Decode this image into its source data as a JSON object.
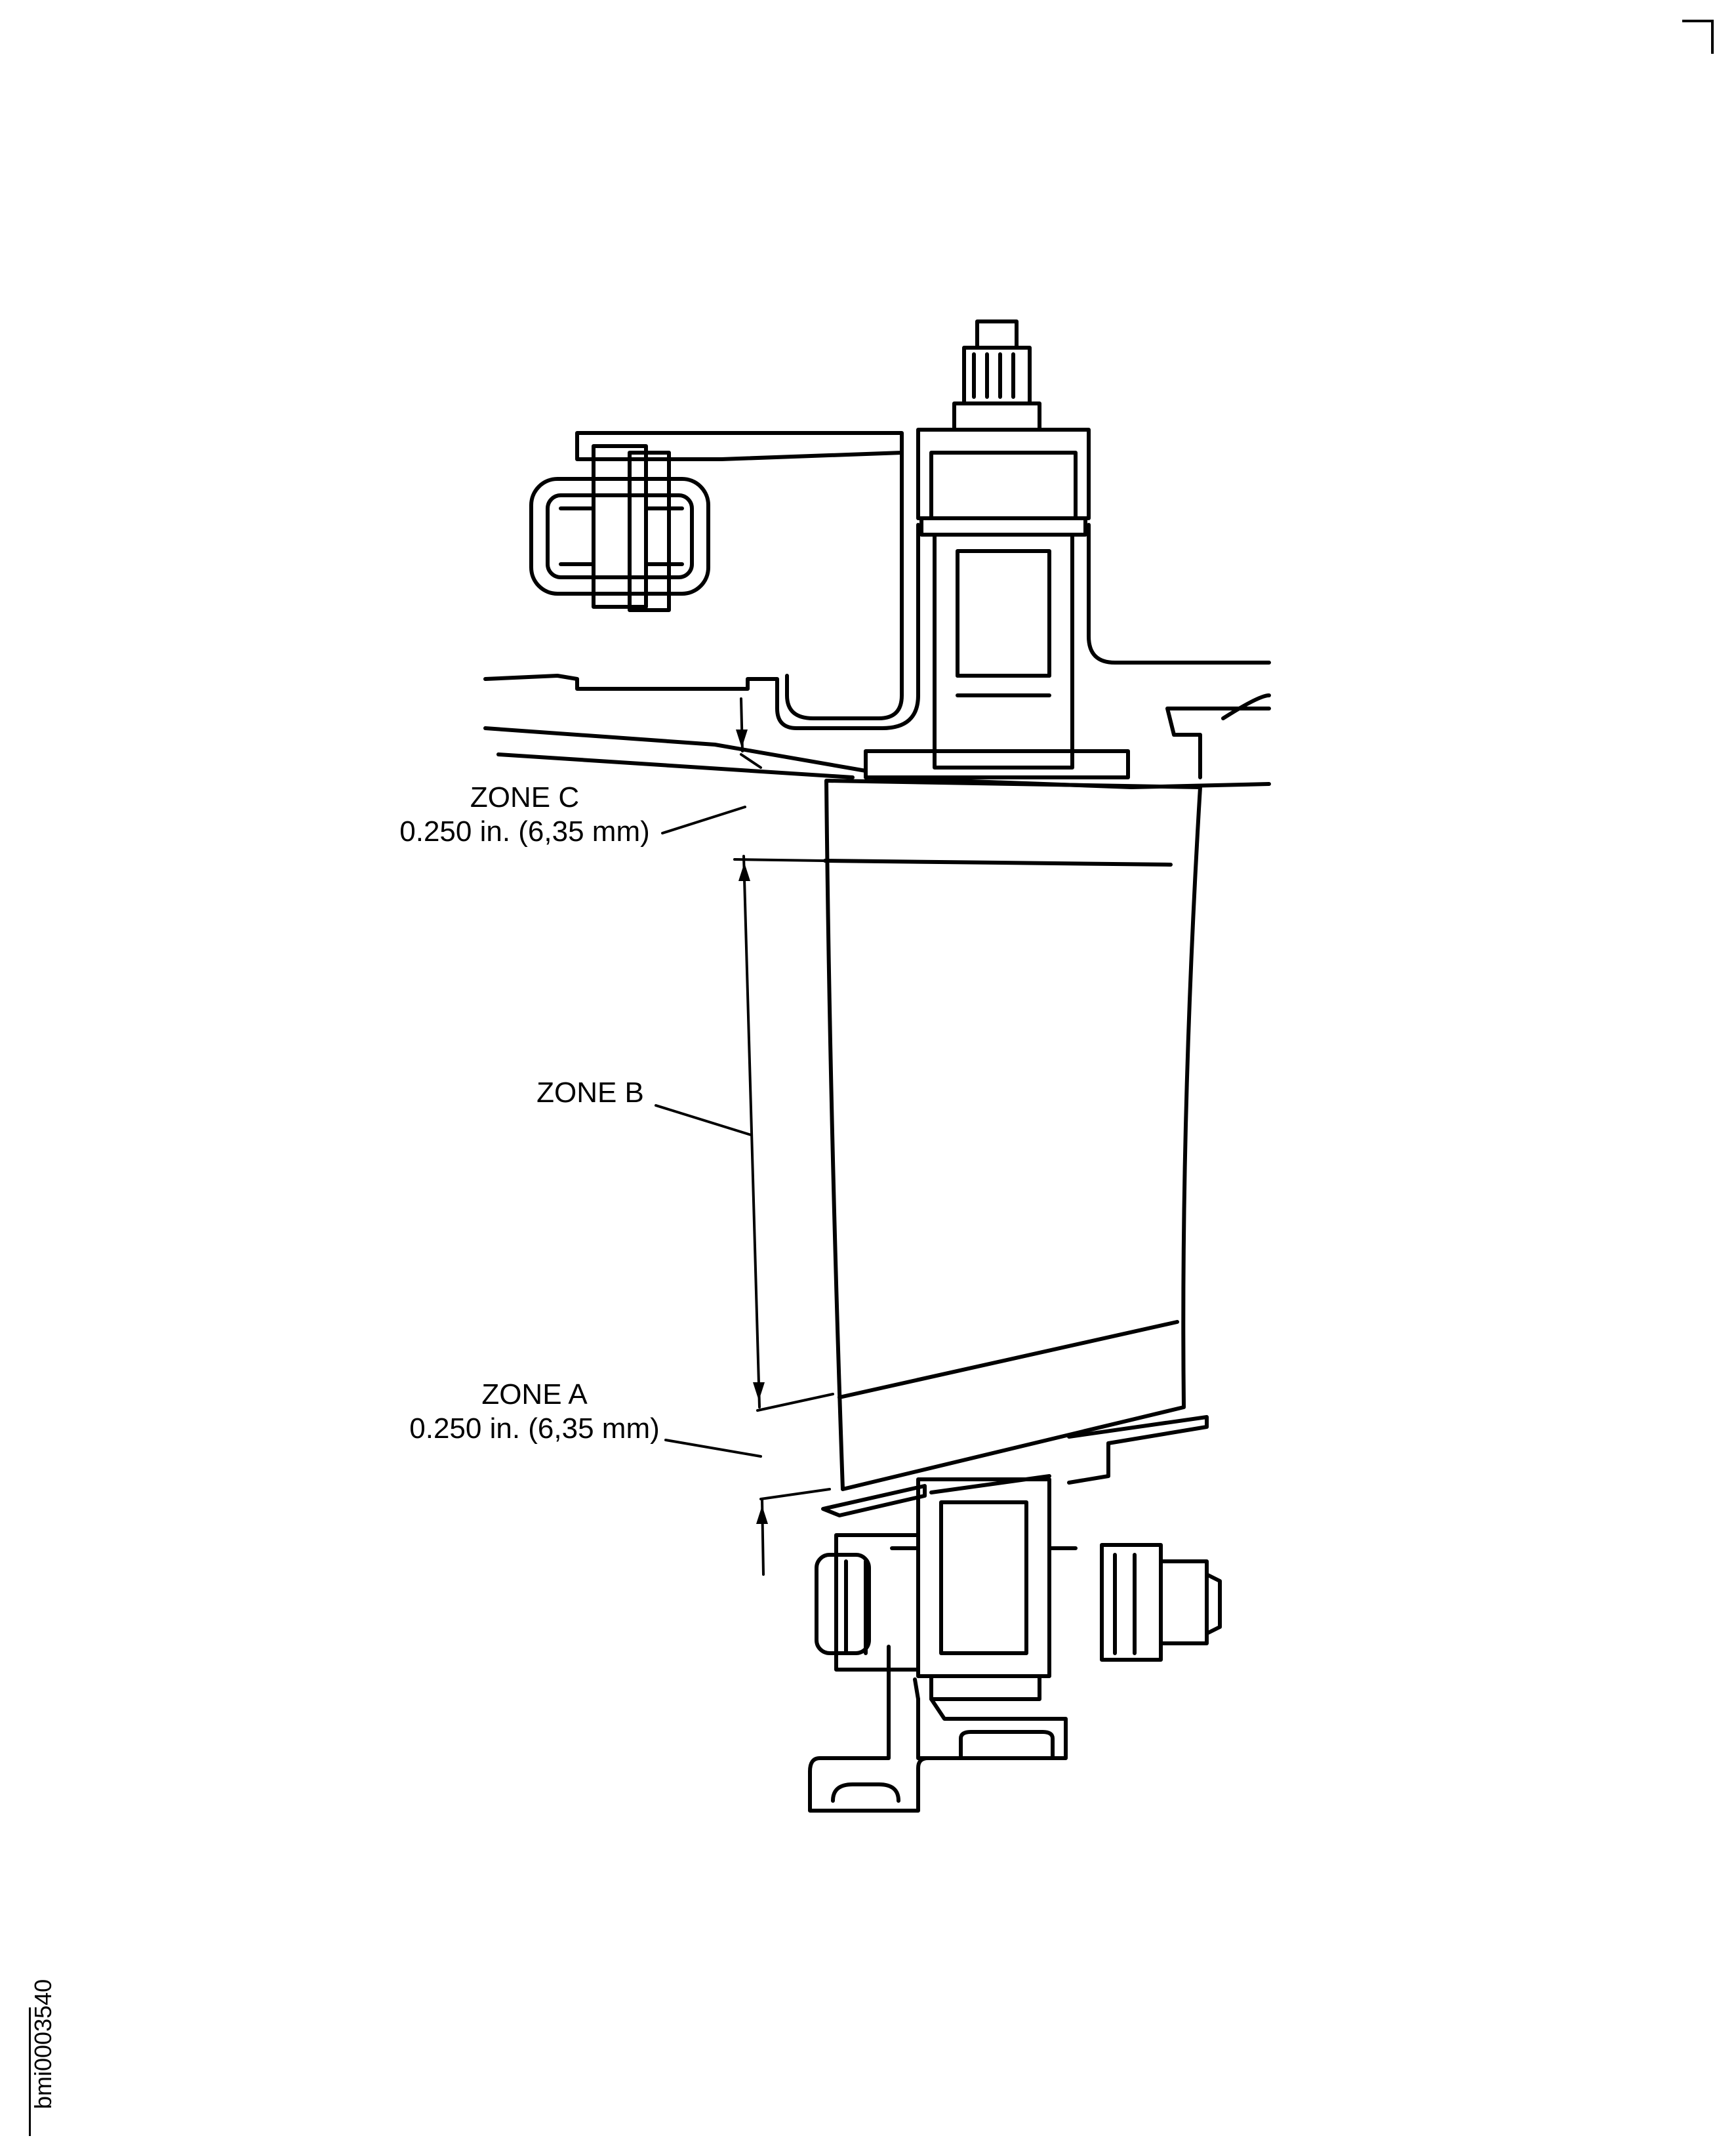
{
  "labels": {
    "zone_c": {
      "title": "ZONE C",
      "dimension": "0.250 in. (6,35 mm)"
    },
    "zone_b": {
      "title": "ZONE B"
    },
    "zone_a": {
      "title": "ZONE A",
      "dimension": "0.250 in. (6,35 mm)"
    }
  },
  "figure_id": "bmi0003540"
}
